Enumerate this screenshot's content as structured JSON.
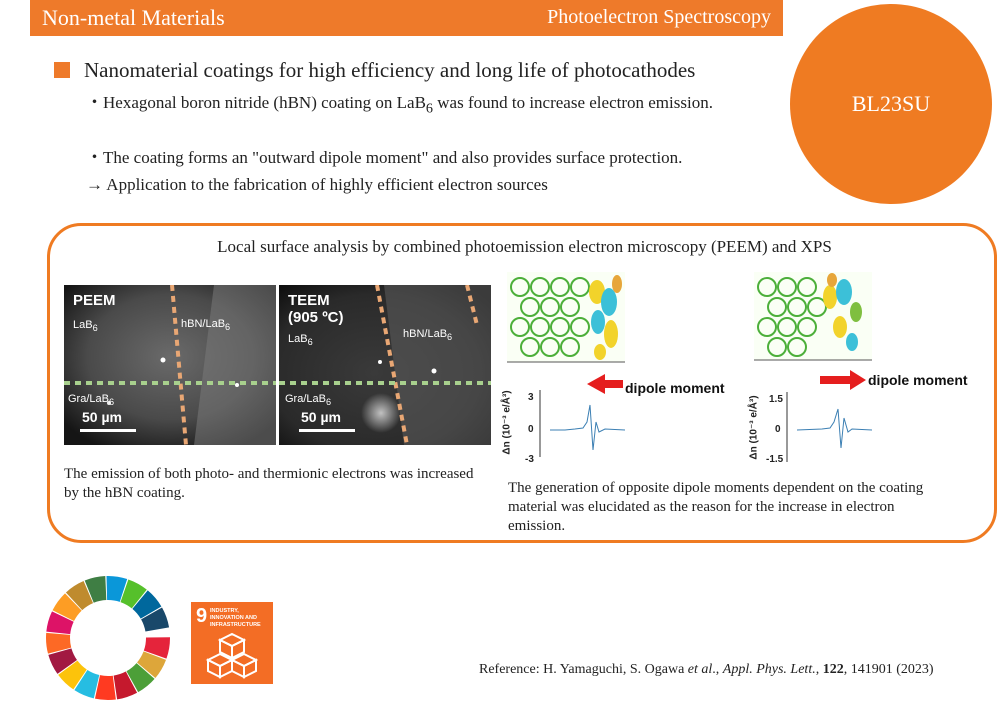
{
  "header": {
    "left_title": "Non-metal Materials",
    "right_title": "Photoelectron Spectroscopy"
  },
  "beamline": "BL23SU",
  "main": {
    "heading": "Nanomaterial coatings for high efficiency and long life of photocathodes",
    "bullet1_pre": "・Hexagonal boron nitride (hBN) coating on LaB",
    "bullet1_sub": "6",
    "bullet1_post": " was found to increase electron emission.",
    "bullet2": "・The coating forms an \"outward dipole moment\" and also provides surface protection.",
    "bullet3": "→ Application to the fabrication of highly efficient electron sources"
  },
  "figure": {
    "title": "Local surface analysis by combined photoemission electron microscopy (PEEM) and XPS",
    "peem": {
      "label": "PEEM",
      "lab6": "LaB",
      "lab6_sub": "6",
      "hbn": "hBN/LaB",
      "hbn_sub": "6",
      "gra": "Gra/LaB",
      "gra_sub": "6",
      "scale": "50 µm"
    },
    "teem": {
      "label": "TEEM",
      "temp": "(905 ºC)",
      "lab6": "LaB",
      "lab6_sub": "6",
      "hbn": "hBN/LaB",
      "hbn_sub": "6",
      "gra": "Gra/LaB",
      "gra_sub": "6",
      "scale": "50 µm"
    },
    "dipole_left": {
      "label": "dipole moment",
      "axis": "Δn (10⁻³ e/Å³)",
      "ticks": [
        "3",
        "0",
        "-3"
      ]
    },
    "dipole_right": {
      "label": "dipole moment",
      "axis": "Δn (10⁻³ e/Å³)",
      "ticks": [
        "1.5",
        "0",
        "-1.5"
      ]
    },
    "caption_left": "The emission of both photo- and thermionic electrons was increased by the hBN coating.",
    "caption_right": "The generation of opposite dipole moments dependent on the coating material was elucidated as the reason for the increase in electron emission."
  },
  "sdg": {
    "number": "9",
    "label": "INDUSTRY, INNOVATION AND INFRASTRUCTURE",
    "accent": "#f36d25"
  },
  "reference": {
    "prefix": "Reference: H. Yamaguchi, S. Ogawa ",
    "etal": "et al",
    "mid": "., ",
    "journal": "Appl. Phys. Lett.",
    "sep": ", ",
    "volume": "122",
    "rest": ", 141901 (2023)"
  }
}
